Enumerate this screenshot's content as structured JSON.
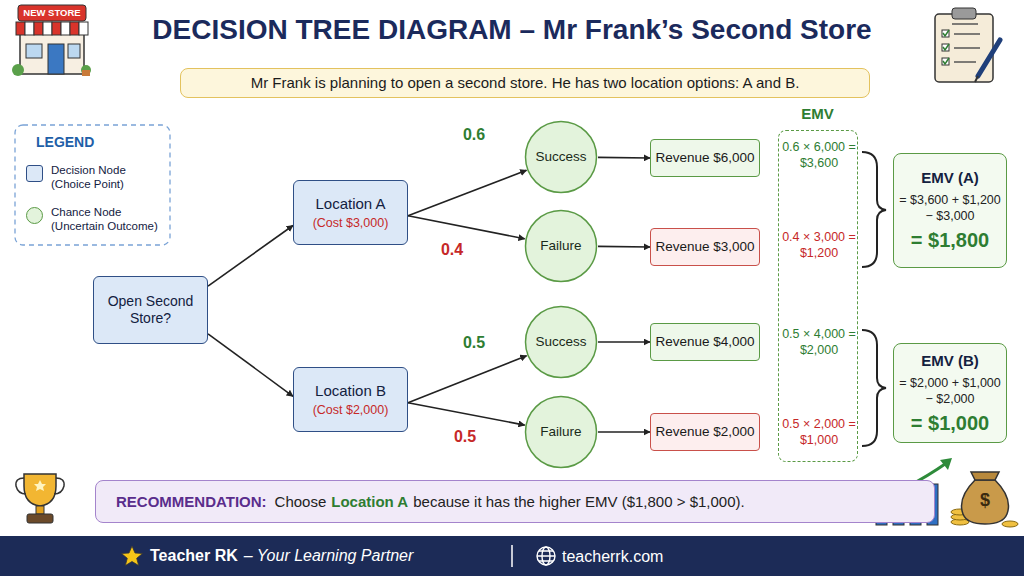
{
  "diagram": {
    "title": "DECISION TREE DIAGRAM – Mr Frank’s Second Store",
    "nodes": [
      {
        "text": [
          "Mr Frank is planning to open a second store. He has two location options: A and B."
        ]
      },
      {
        "text": [
          "Open Second Store?"
        ]
      },
      {
        "text": [
          "Location A",
          "(Cost $3,000)"
        ]
      },
      {
        "text": [
          "Success"
        ]
      },
      {
        "text": [
          "Failure"
        ]
      },
      {
        "text": [
          "Revenue $6,000"
        ]
      },
      {
        "text": [
          "Revenue $3,000"
        ]
      },
      {
        "text": [
          "Location B",
          "(Cost $2,000)"
        ]
      },
      {
        "text": [
          "Success"
        ]
      },
      {
        "text": [
          "Failure"
        ]
      },
      {
        "text": [
          "Revenue $4,000"
        ]
      },
      {
        "text": [
          "Revenue $2,000"
        ]
      },
      {
        "text": [
          "EMV",
          "0.6 × 6,000 = $3,600",
          "0.4 × 3,000 = $1,200",
          "0.5 × 4,000 = $2,000",
          "0.5 × 2,000 = $1,000"
        ]
      },
      {
        "text": [
          "EMV (A)",
          "= $3,600 + $1,200 − $3,000",
          "= $1,800"
        ]
      },
      {
        "text": [
          "EMV (B)",
          "= $2,000 + $1,000 − $2,000",
          "= $1,000"
        ]
      },
      {
        "text": [
          "RECOMMENDATION:",
          "Choose",
          "Location A",
          "because it has the higher EMV ($1,800 > $1,000)."
        ]
      },
      {
        "text": [
          "Teacher RK",
          "– Your Learning Partner",
          "teacherrk.com"
        ]
      }
    ],
    "edges": [
      {
        "from": 1,
        "to": 2,
        "arrow": "to"
      },
      {
        "from": 1,
        "to": 7,
        "arrow": "to"
      },
      {
        "from": 2,
        "to": 3,
        "arrow": "to",
        "label": "0.6"
      },
      {
        "from": 2,
        "to": 4,
        "arrow": "to",
        "label": "0.4"
      },
      {
        "from": 3,
        "to": 5,
        "arrow": "to"
      },
      {
        "from": 4,
        "to": 6,
        "arrow": "to"
      },
      {
        "from": 7,
        "to": 8,
        "arrow": "to",
        "label": "0.5"
      },
      {
        "from": 7,
        "to": 9,
        "arrow": "to",
        "label": "0.5"
      },
      {
        "from": 8,
        "to": 10,
        "arrow": "to"
      },
      {
        "from": 9,
        "to": 11,
        "arrow": "to"
      }
    ],
    "labels": [
      "NEW STORE",
      "LEGEND",
      "$"
    ],
    "legend": [
      {
        "text": "Decision Node (Choice Point)",
        "color": "#dce8f7"
      },
      {
        "text": "Chance Node (Uncertain Outcome)",
        "color": "#e3f3dc"
      }
    ]
  }
}
